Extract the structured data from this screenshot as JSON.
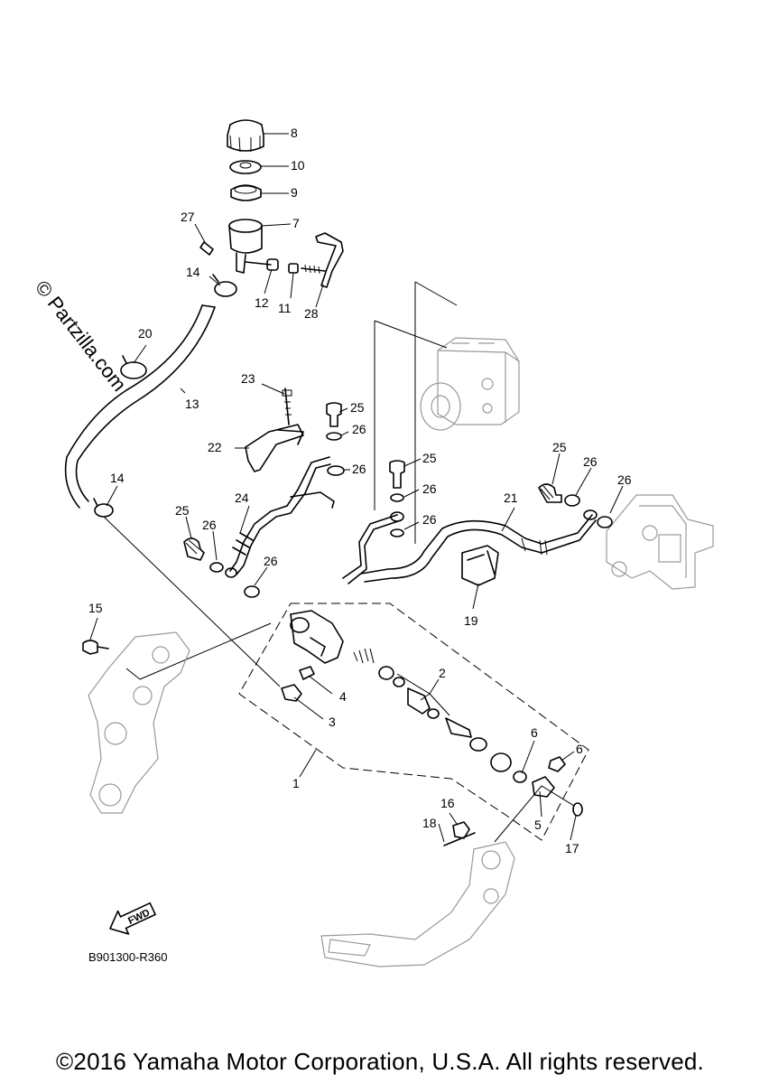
{
  "watermark": "© Partzilla.com",
  "diagram_ref": "B901300-R360",
  "fwd_label": "FWD",
  "copyright": "©2016 Yamaha Motor Corporation, U.S.A. All rights reserved.",
  "callouts": [
    {
      "id": "c8",
      "text": "8"
    },
    {
      "id": "c10",
      "text": "10"
    },
    {
      "id": "c9",
      "text": "9"
    },
    {
      "id": "c7",
      "text": "7"
    },
    {
      "id": "c27",
      "text": "27"
    },
    {
      "id": "c14a",
      "text": "14"
    },
    {
      "id": "c12",
      "text": "12"
    },
    {
      "id": "c11",
      "text": "11"
    },
    {
      "id": "c28",
      "text": "28"
    },
    {
      "id": "c20",
      "text": "20"
    },
    {
      "id": "c13",
      "text": "13"
    },
    {
      "id": "c23",
      "text": "23"
    },
    {
      "id": "c25a",
      "text": "25"
    },
    {
      "id": "c26a",
      "text": "26"
    },
    {
      "id": "c22",
      "text": "22"
    },
    {
      "id": "c26b",
      "text": "26"
    },
    {
      "id": "c25b",
      "text": "25"
    },
    {
      "id": "c26c",
      "text": "26"
    },
    {
      "id": "c14b",
      "text": "14"
    },
    {
      "id": "c24",
      "text": "24"
    },
    {
      "id": "c26d",
      "text": "26"
    },
    {
      "id": "c21",
      "text": "21"
    },
    {
      "id": "c25c",
      "text": "25"
    },
    {
      "id": "c26e",
      "text": "26"
    },
    {
      "id": "c26f",
      "text": "26"
    },
    {
      "id": "c25d",
      "text": "25"
    },
    {
      "id": "c26g",
      "text": "26"
    },
    {
      "id": "c26h",
      "text": "26"
    },
    {
      "id": "c19",
      "text": "19"
    },
    {
      "id": "c15",
      "text": "15"
    },
    {
      "id": "c2",
      "text": "2"
    },
    {
      "id": "c4",
      "text": "4"
    },
    {
      "id": "c3",
      "text": "3"
    },
    {
      "id": "c6a",
      "text": "6"
    },
    {
      "id": "c6b",
      "text": "6"
    },
    {
      "id": "c1",
      "text": "1"
    },
    {
      "id": "c16",
      "text": "16"
    },
    {
      "id": "c18",
      "text": "18"
    },
    {
      "id": "c5",
      "text": "5"
    },
    {
      "id": "c17",
      "text": "17"
    }
  ]
}
